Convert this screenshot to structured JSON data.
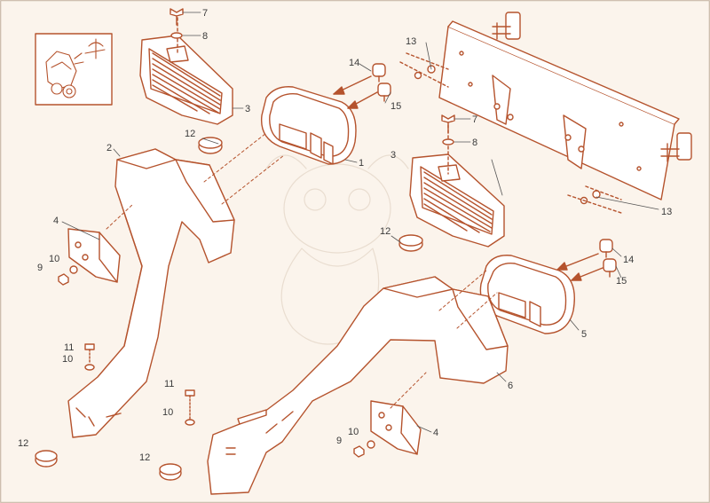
{
  "diagram": {
    "line_color": "#b5532d",
    "fill_color": "#ffffff",
    "background_color": "#fbf4ec",
    "label_color": "#3a3a3a",
    "inset_icon": "tractor-front-lamp-icon",
    "callouts": {
      "c1": "1",
      "c2": "2",
      "c3a": "3",
      "c3b": "3",
      "c4a": "4",
      "c4b": "4",
      "c5": "5",
      "c6": "6",
      "c7a": "7",
      "c7b": "7",
      "c8a": "8",
      "c8b": "8",
      "c9a": "9",
      "c9b": "9",
      "c10a": "10",
      "c10b": "10",
      "c10c": "10",
      "c10d": "10",
      "c11a": "11",
      "c11b": "11",
      "c12a": "12",
      "c12b": "12",
      "c12c": "12",
      "c12d": "12",
      "c13a": "13",
      "c13b": "13",
      "c14a": "14",
      "c14b": "14",
      "c15a": "15",
      "c15b": "15"
    }
  }
}
